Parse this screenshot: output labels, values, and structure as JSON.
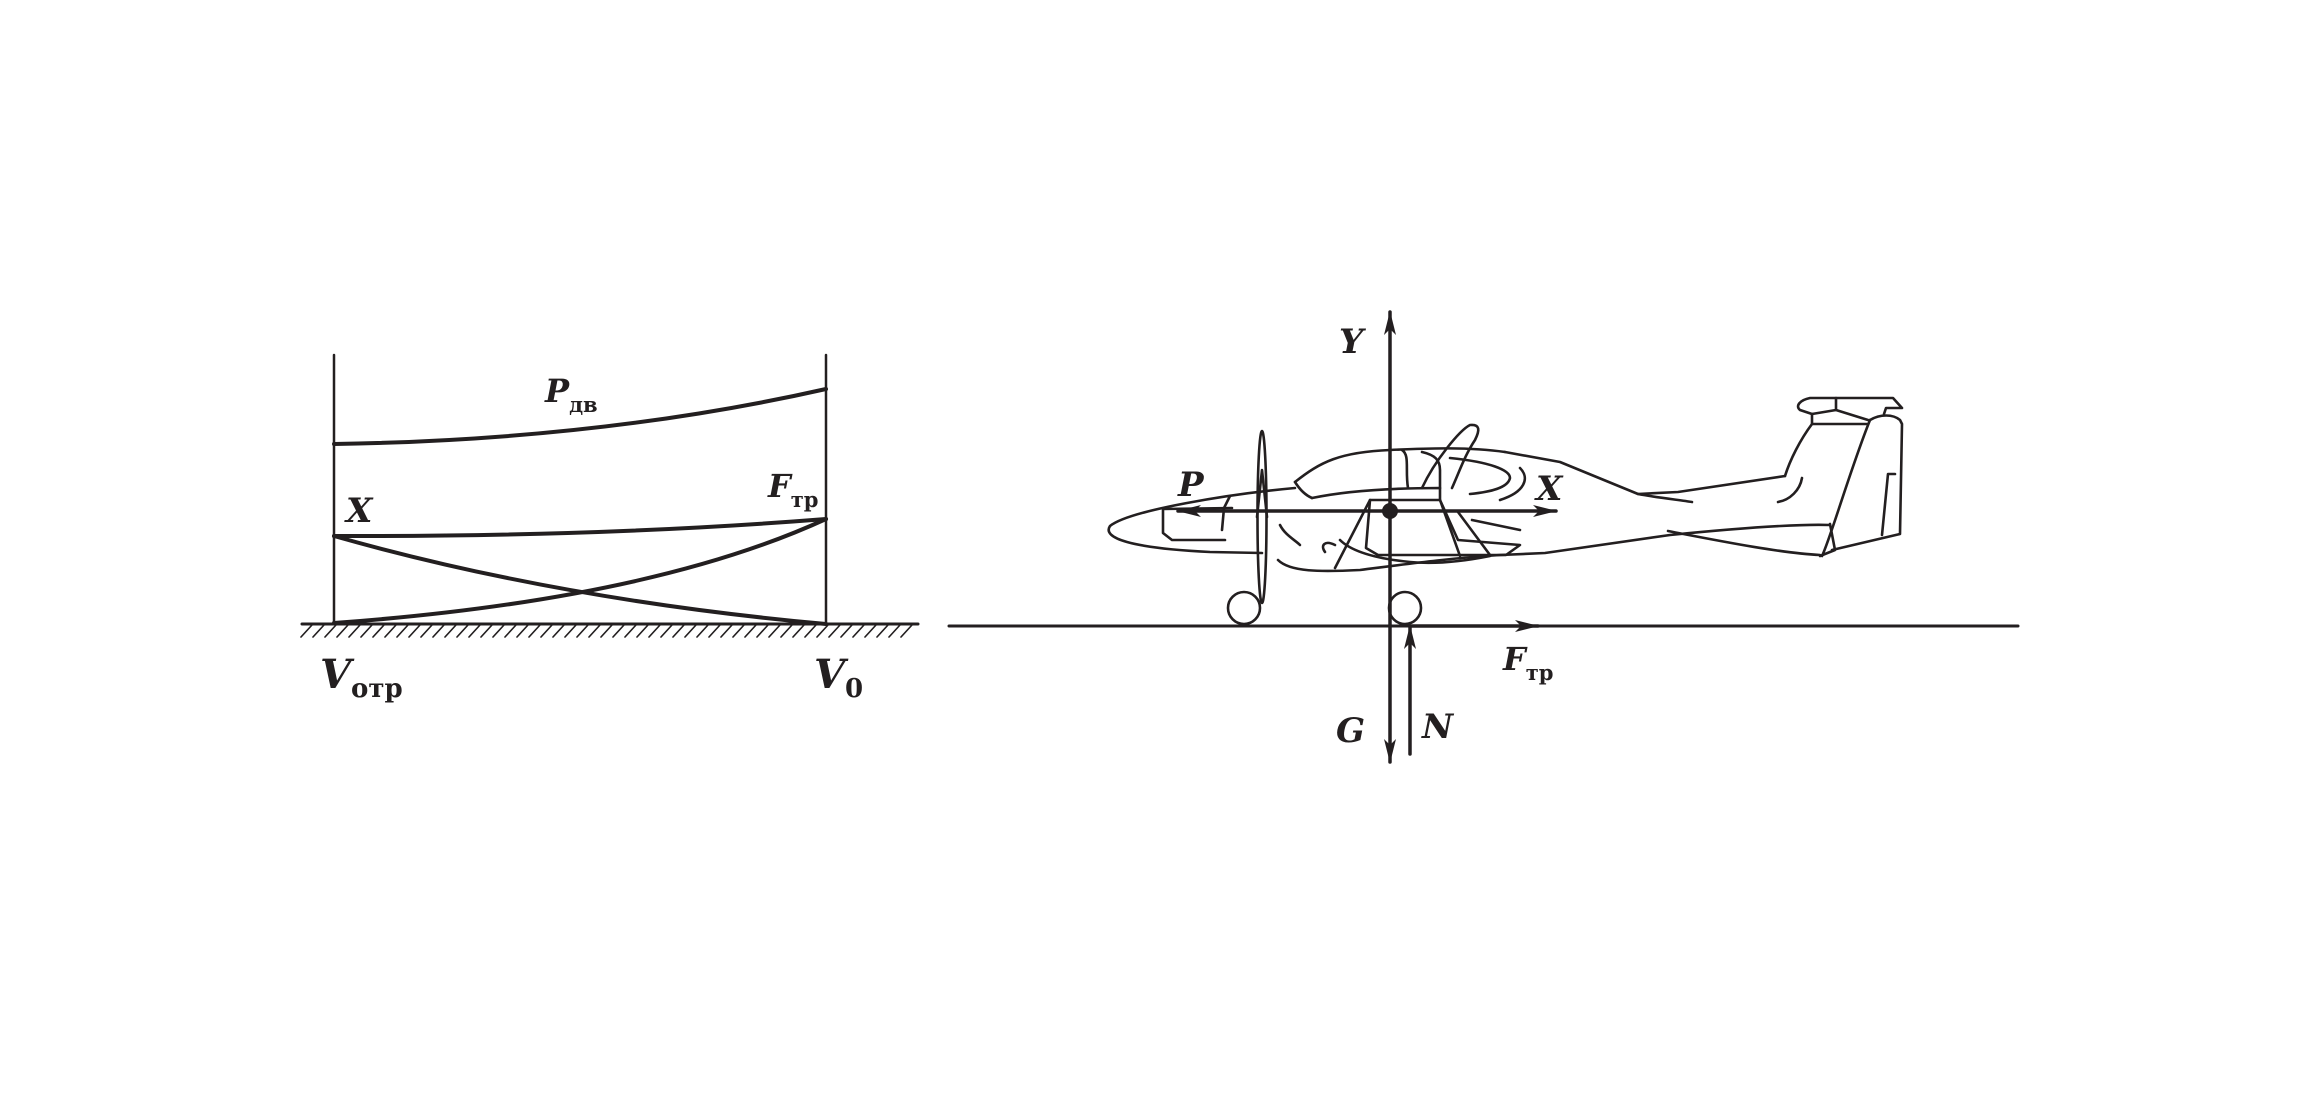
{
  "left_diagram": {
    "curves": {
      "engine_thrust": {
        "main": "P",
        "sub": "дв"
      },
      "drag": {
        "main": "X"
      },
      "friction": {
        "main": "F",
        "sub": "тр"
      }
    },
    "axis": {
      "start": {
        "main": "V",
        "sub": "отр"
      },
      "end": {
        "main": "V",
        "sub": "0"
      }
    }
  },
  "right_diagram": {
    "forces": {
      "lift": {
        "main": "Y"
      },
      "thrust": {
        "main": "P"
      },
      "drag": {
        "main": "X"
      },
      "weight": {
        "main": "G"
      },
      "normal": {
        "main": "N"
      },
      "friction": {
        "main": "F",
        "sub": "тр"
      }
    }
  },
  "colors": {
    "ink": "#231f20",
    "background": "#ffffff"
  }
}
